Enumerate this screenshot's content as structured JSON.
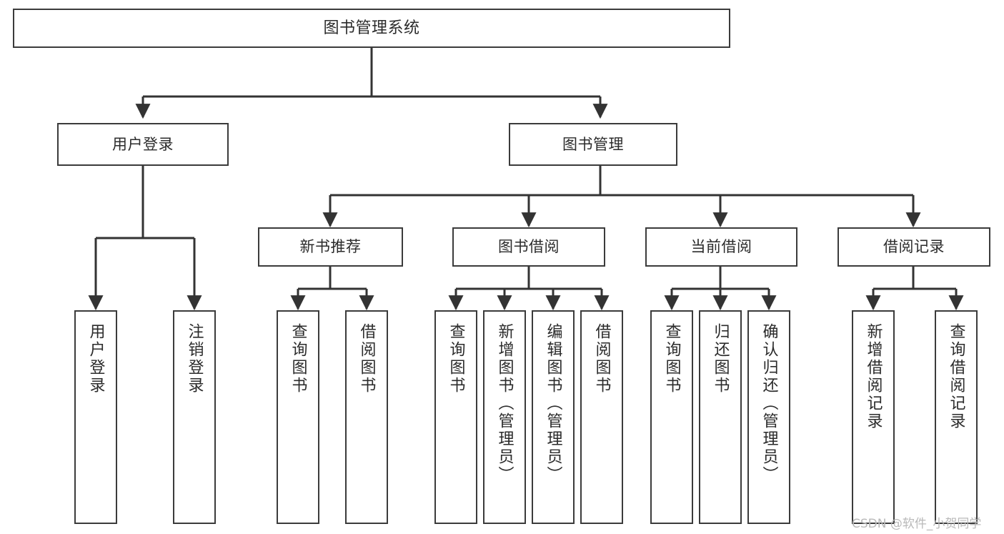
{
  "diagram": {
    "title": "图书管理系统",
    "type": "functional-structure-tree",
    "theme": {
      "background": "#ffffff",
      "box_border": "#3b3b3b",
      "box_fill": "#ffffff",
      "text": "#2b2b2b",
      "edge": "#333333",
      "watermark": "#b9b9b9"
    },
    "levels": {
      "root": {
        "label": "图书管理系统"
      },
      "level2": [
        {
          "id": "user-login",
          "label": "用户登录"
        },
        {
          "id": "book-manage",
          "label": "图书管理"
        }
      ],
      "level3": [
        {
          "id": "new-book-rec",
          "label": "新书推荐"
        },
        {
          "id": "book-borrow",
          "label": "图书借阅"
        },
        {
          "id": "current-borrow",
          "label": "当前借阅"
        },
        {
          "id": "borrow-record",
          "label": "借阅记录"
        }
      ],
      "leaves": [
        {
          "id": "leaf-user-login",
          "label": "用户登录",
          "parent": "user-login"
        },
        {
          "id": "leaf-logout",
          "label": "注销登录",
          "parent": "user-login"
        },
        {
          "id": "leaf-query-book-rec",
          "label": "查询图书",
          "parent": "new-book-rec"
        },
        {
          "id": "leaf-borrow-book-rec",
          "label": "借阅图书",
          "parent": "new-book-rec"
        },
        {
          "id": "leaf-query-book-borrow",
          "label": "查询图书",
          "parent": "book-borrow"
        },
        {
          "id": "leaf-add-book",
          "label": "新增图书（管理员）",
          "parent": "book-borrow"
        },
        {
          "id": "leaf-edit-book",
          "label": "编辑图书（管理员）",
          "parent": "book-borrow"
        },
        {
          "id": "leaf-borrow-book",
          "label": "借阅图书",
          "parent": "book-borrow"
        },
        {
          "id": "leaf-query-book-cur",
          "label": "查询图书",
          "parent": "current-borrow"
        },
        {
          "id": "leaf-return-book",
          "label": "归还图书",
          "parent": "current-borrow"
        },
        {
          "id": "leaf-confirm-return",
          "label": "确认归还（管理员）",
          "parent": "current-borrow"
        },
        {
          "id": "leaf-add-record",
          "label": "新增借阅记录",
          "parent": "borrow-record"
        },
        {
          "id": "leaf-query-record",
          "label": "查询借阅记录",
          "parent": "borrow-record"
        }
      ]
    },
    "watermark": "CSDN @软件_小贺同学"
  }
}
